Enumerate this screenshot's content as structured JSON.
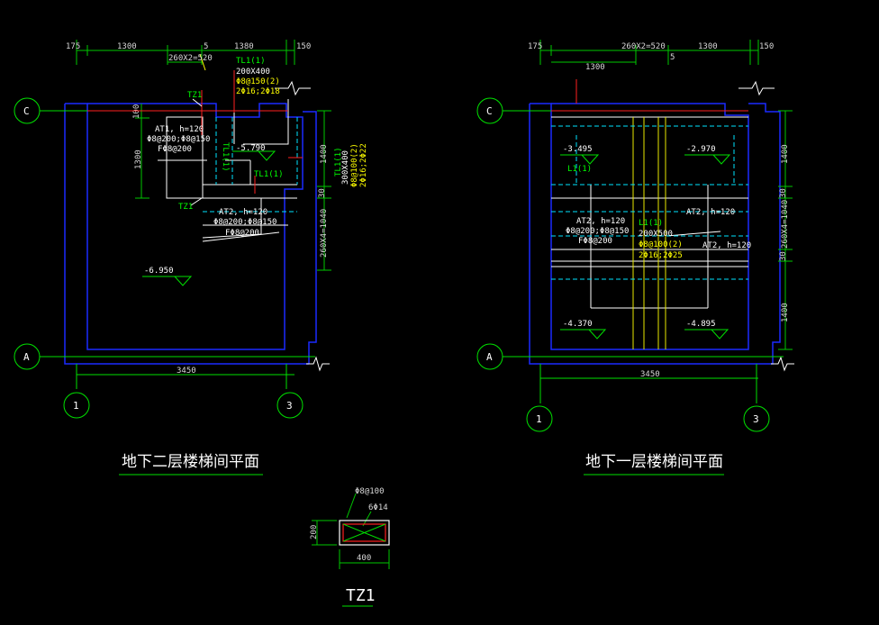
{
  "colors": {
    "background": "#000000",
    "wall": "#1a2bff",
    "dimension": "#00c800",
    "axis": "#00ff00",
    "text": "#ffffff",
    "rebar_text": "#ffff00",
    "beam_line": "#00e5ff",
    "red": "#ff2020"
  },
  "left_plan": {
    "title": "地下二层楼梯间平面",
    "axis_top": "C",
    "axis_bottom": "A",
    "axis_left": "1",
    "axis_right": "3",
    "dims_top": [
      "175",
      "1300",
      "5",
      "1380",
      "150"
    ],
    "dim_sub": "260X2=520",
    "dim_bottom": "3450",
    "dims_right": [
      "1400",
      "30",
      "260X4=1040"
    ],
    "dim_left_a": "100",
    "dim_left_b": "1300",
    "beam_tl1_label": "TL1(1)",
    "beam_tl1_size": "200X400",
    "beam_tl1_stirrup": "Φ8@150(2)",
    "beam_tl1_bars": "2Φ16;2Φ18",
    "tz1_top": "TZ1",
    "tz1_bottom": "TZ1",
    "at1_name": "AT1, h=120",
    "at1_bars": "Φ8@200;Φ8@150",
    "at1_f": "FΦ8@200",
    "level_mid": "-5.790",
    "tl1_mid_a": "TL1(1)",
    "tl1_mid_b": "TL1(1)",
    "tl1_vert": "TL1(1)",
    "vert_size": "300X400",
    "vert_stirrup": "Φ8@100(2)",
    "vert_bars": "2Φ16;2Φ22",
    "at2_name": "AT2, h=120",
    "at2_bars": "Φ8@200;Φ8@150",
    "at2_f": "FΦ8@200",
    "level_bottom": "-6.950"
  },
  "right_plan": {
    "title": "地下一层楼梯间平面",
    "axis_top": "C",
    "axis_bottom": "A",
    "axis_left": "1",
    "axis_right": "3",
    "dims_top": [
      "175",
      "260X2=520",
      "1300",
      "150"
    ],
    "dim_sub_a": "1300",
    "dim_sub_b": "5",
    "dim_bottom": "3450",
    "dims_right": [
      "1400",
      "30",
      "260X4=1040",
      "30",
      "1400"
    ],
    "level_tl": "-3.495",
    "level_tr": "-2.970",
    "level_bl": "-4.370",
    "level_br": "-4.895",
    "l1_label": "L1(1)",
    "l1_mid": "L1(1)",
    "l1_size": "200X500",
    "l1_stirrup": "Φ8@100(2)",
    "l1_bars": "2Φ16;2Φ25",
    "at2_name_left": "AT2, h=120",
    "at2_bars_left": "Φ8@200;Φ8@150",
    "at2_f_left": "FΦ8@200",
    "at2_name_top": "AT2, h=120",
    "at2_name_right": "AT2, h=120"
  },
  "section": {
    "name": "TZ1",
    "stirrup": "Φ8@100",
    "bars": "6Φ14",
    "height": "200",
    "width": "400"
  }
}
